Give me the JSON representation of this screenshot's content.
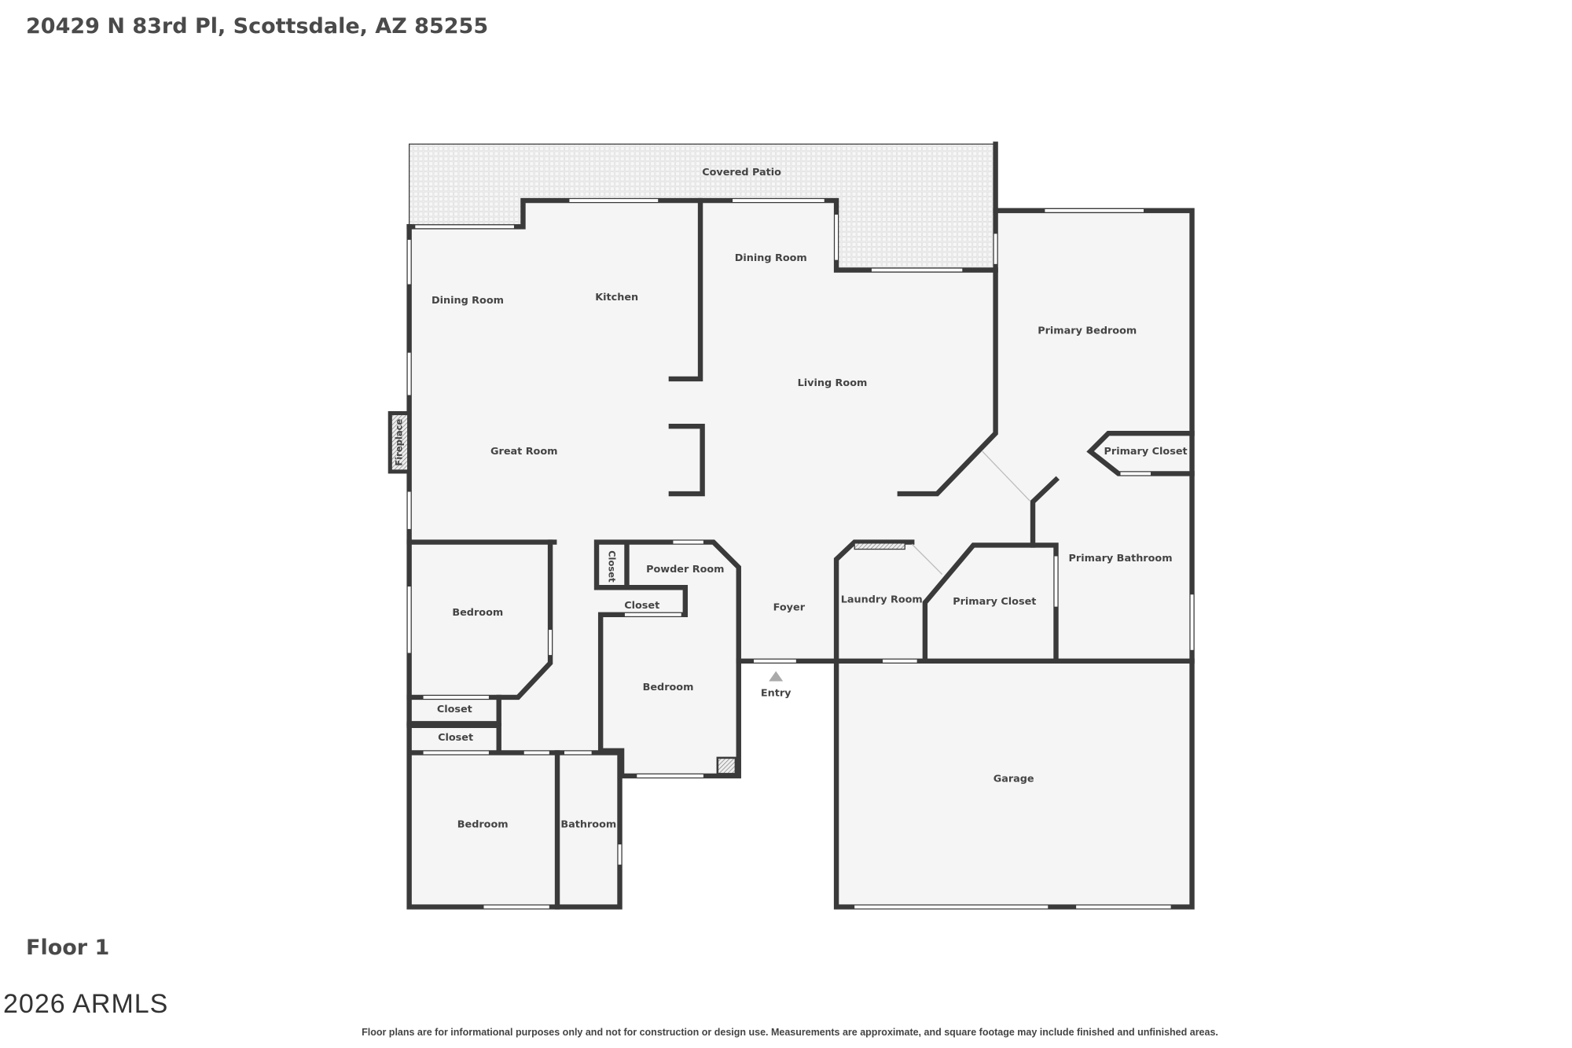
{
  "header": {
    "address": "20429 N 83rd Pl, Scottsdale, AZ 85255"
  },
  "floor_label": "Floor 1",
  "watermark": "2026 ARMLS",
  "disclaimer": "Floor plans are for informational purposes only and not for construction or design use. Measurements are approximate, and square footage may include finished and unfinished areas.",
  "rooms": {
    "covered_patio": "Covered Patio",
    "dining_room_1": "Dining Room",
    "kitchen": "Kitchen",
    "dining_room_2": "Dining Room",
    "living_room": "Living Room",
    "great_room": "Great Room",
    "fireplace": "Fireplace",
    "primary_bedroom": "Primary Bedroom",
    "primary_closet_1": "Primary Closet",
    "primary_bathroom": "Primary Bathroom",
    "primary_closet_2": "Primary Closet",
    "laundry_room": "Laundry Room",
    "foyer": "Foyer",
    "entry": "Entry",
    "powder_room": "Powder Room",
    "closet_vertical": "Closet",
    "closet_foyer": "Closet",
    "bedroom_center": "Bedroom",
    "bedroom_left": "Bedroom",
    "closet_left_1": "Closet",
    "closet_left_2": "Closet",
    "bedroom_bottom": "Bedroom",
    "bathroom": "Bathroom",
    "garage": "Garage"
  },
  "colors": {
    "wall": "#3a3a3a",
    "floor": "#f5f5f5",
    "text": "#444444"
  }
}
